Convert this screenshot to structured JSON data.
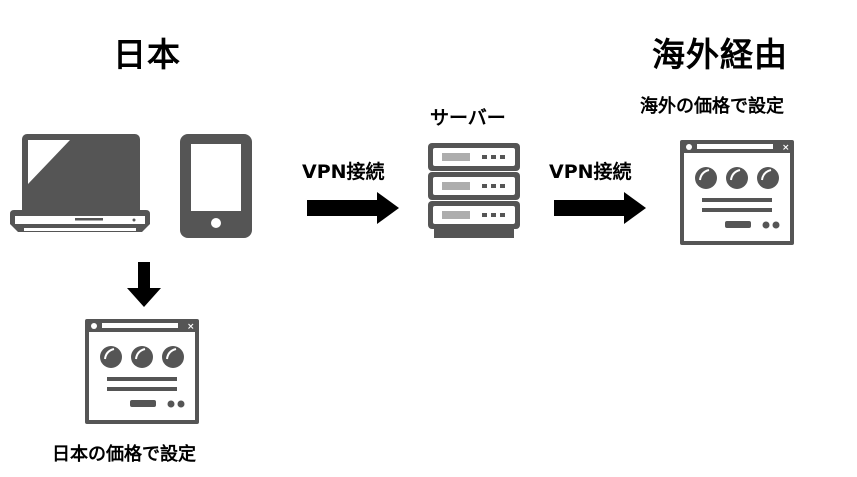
{
  "left_section": {
    "title": "日本",
    "caption": "日本の価格で設定",
    "devices": [
      "laptop",
      "smartphone"
    ]
  },
  "middle_section": {
    "server_label": "サーバー",
    "connection_label_1": "VPN接続",
    "connection_label_2": "VPN接続"
  },
  "right_section": {
    "title": "海外経由",
    "caption": "海外の価格で設定"
  },
  "colors": {
    "icon": "#555555",
    "arrow": "#000000",
    "text": "#000000"
  }
}
